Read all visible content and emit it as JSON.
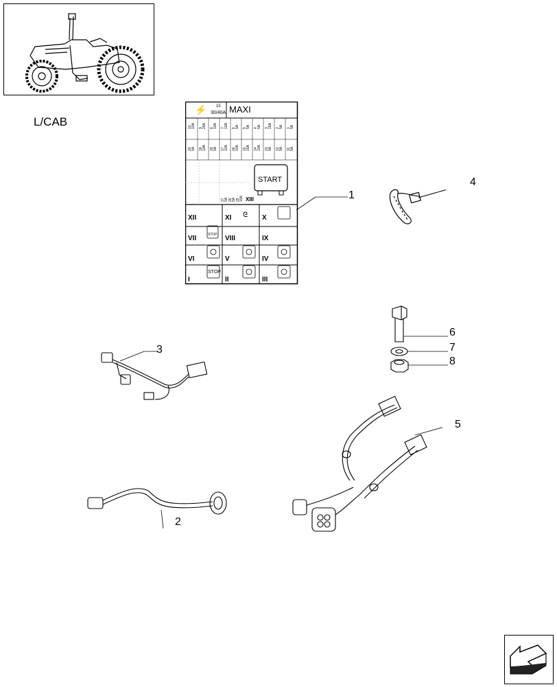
{
  "header": {
    "variant_label": "L/CAB"
  },
  "callouts": [
    "1",
    "2",
    "3",
    "4",
    "5",
    "6",
    "7",
    "8"
  ],
  "fuse_panel": {
    "maxi_label": "MAXI",
    "top_rating": "15",
    "top_rating_sub": "30/40A",
    "start_label": "START",
    "roman_rows": [
      [
        "XII",
        "XI",
        "X"
      ],
      [
        "VII",
        "VIII",
        "IX"
      ],
      [
        "VI",
        "V",
        "IV"
      ],
      [
        "I",
        "II",
        "III"
      ]
    ],
    "roman_xiii": "XIII",
    "stop_label": "STOP",
    "stop_label_small": "STOP",
    "fuse_numbers": [
      "10",
      "9",
      "8",
      "7",
      "6",
      "5",
      "4",
      "3",
      "2",
      "1"
    ],
    "fuse_ratings": [
      "10A",
      "25A",
      "10A",
      "10A",
      "5A",
      "5A",
      "5A",
      "15A",
      "5A",
      "5A"
    ],
    "fuse_numbers_row2": [
      "20",
      "19",
      "18",
      "17",
      "16",
      "15",
      "14",
      "13",
      "12",
      "11"
    ],
    "fuse_ratings_row2": [
      "5A",
      "10A",
      "5A",
      "10A",
      "10A",
      "15A",
      "10A",
      "5A",
      "5A",
      "5A"
    ],
    "fuse_row3": [
      "27",
      "26",
      "25"
    ],
    "fuse_row3_ratings": [
      "5A",
      "5A",
      "15A"
    ]
  },
  "icons": {
    "thumbnail": "tractor-icon",
    "nav": "nav-arrow-icon"
  }
}
